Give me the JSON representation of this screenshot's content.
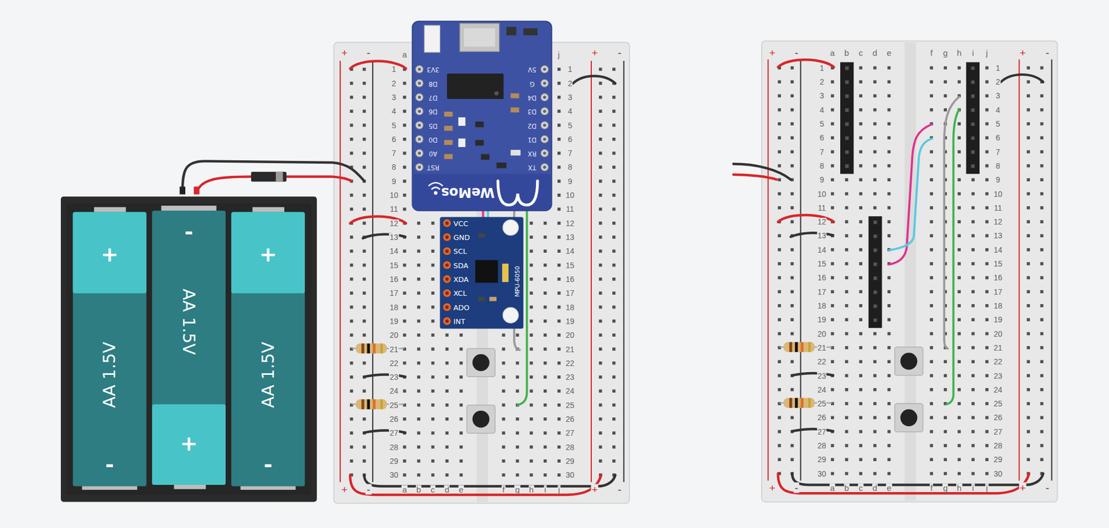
{
  "diagram": {
    "nodes": [
      {
        "text": [
          "+",
          "AA 1.5V",
          "-"
        ]
      },
      {
        "text": [
          "-",
          "AA 1.5V",
          "+"
        ]
      },
      {
        "text": [
          "+",
          "AA 1.5V",
          "-"
        ]
      },
      {
        "text": [
          "3V3",
          "D8",
          "D7",
          "D6",
          "D5",
          "D0",
          "A0",
          "RST",
          "5V",
          "G",
          "D4",
          "D3",
          "D2",
          "D1",
          "RX",
          "TX",
          "WeMos"
        ]
      },
      {
        "text": [
          "VCC",
          "GND",
          "SCL",
          "SDA",
          "XDA",
          "XCL",
          "ADO",
          "INT",
          "MPU-6050"
        ]
      }
    ],
    "labels": [
      "+",
      "-",
      "a",
      "j",
      "+",
      "-",
      "1",
      "2",
      "3",
      "4",
      "5",
      "6",
      "7",
      "8",
      "9",
      "10",
      "11",
      "12",
      "13",
      "14",
      "15",
      "16",
      "17",
      "18",
      "19",
      "20",
      "21",
      "22",
      "23",
      "24",
      "25",
      "26",
      "27",
      "28",
      "29",
      "30",
      "1",
      "2",
      "3",
      "4",
      "5",
      "6",
      "7",
      "8",
      "9",
      "10",
      "11",
      "12",
      "13",
      "14",
      "15",
      "16",
      "17",
      "18",
      "19",
      "20",
      "21",
      "22",
      "23",
      "24",
      "25",
      "26",
      "27",
      "28",
      "29",
      "30",
      "+",
      "-",
      "a",
      "b",
      "c",
      "d",
      "e",
      "f",
      "g",
      "h",
      "i",
      "j",
      "+",
      "-",
      "+",
      "-",
      "a",
      "b",
      "c",
      "d",
      "e",
      "f",
      "g",
      "h",
      "i",
      "j",
      "+",
      "-",
      "1",
      "2",
      "3",
      "4",
      "5",
      "6",
      "7",
      "8",
      "9",
      "10",
      "11",
      "12",
      "13",
      "14",
      "15",
      "16",
      "17",
      "18",
      "19",
      "20",
      "21",
      "22",
      "23",
      "24",
      "25",
      "26",
      "27",
      "28",
      "29",
      "30",
      "1",
      "2",
      "3",
      "4",
      "5",
      "6",
      "7",
      "8",
      "9",
      "10",
      "11",
      "12",
      "13",
      "14",
      "15",
      "16",
      "17",
      "18",
      "19",
      "20",
      "21",
      "22",
      "23",
      "24",
      "25",
      "26",
      "27",
      "28",
      "29",
      "30",
      "+",
      "-",
      "a",
      "b",
      "c",
      "d",
      "e",
      "f",
      "g",
      "h",
      "i",
      "j",
      "+",
      "-"
    ]
  }
}
